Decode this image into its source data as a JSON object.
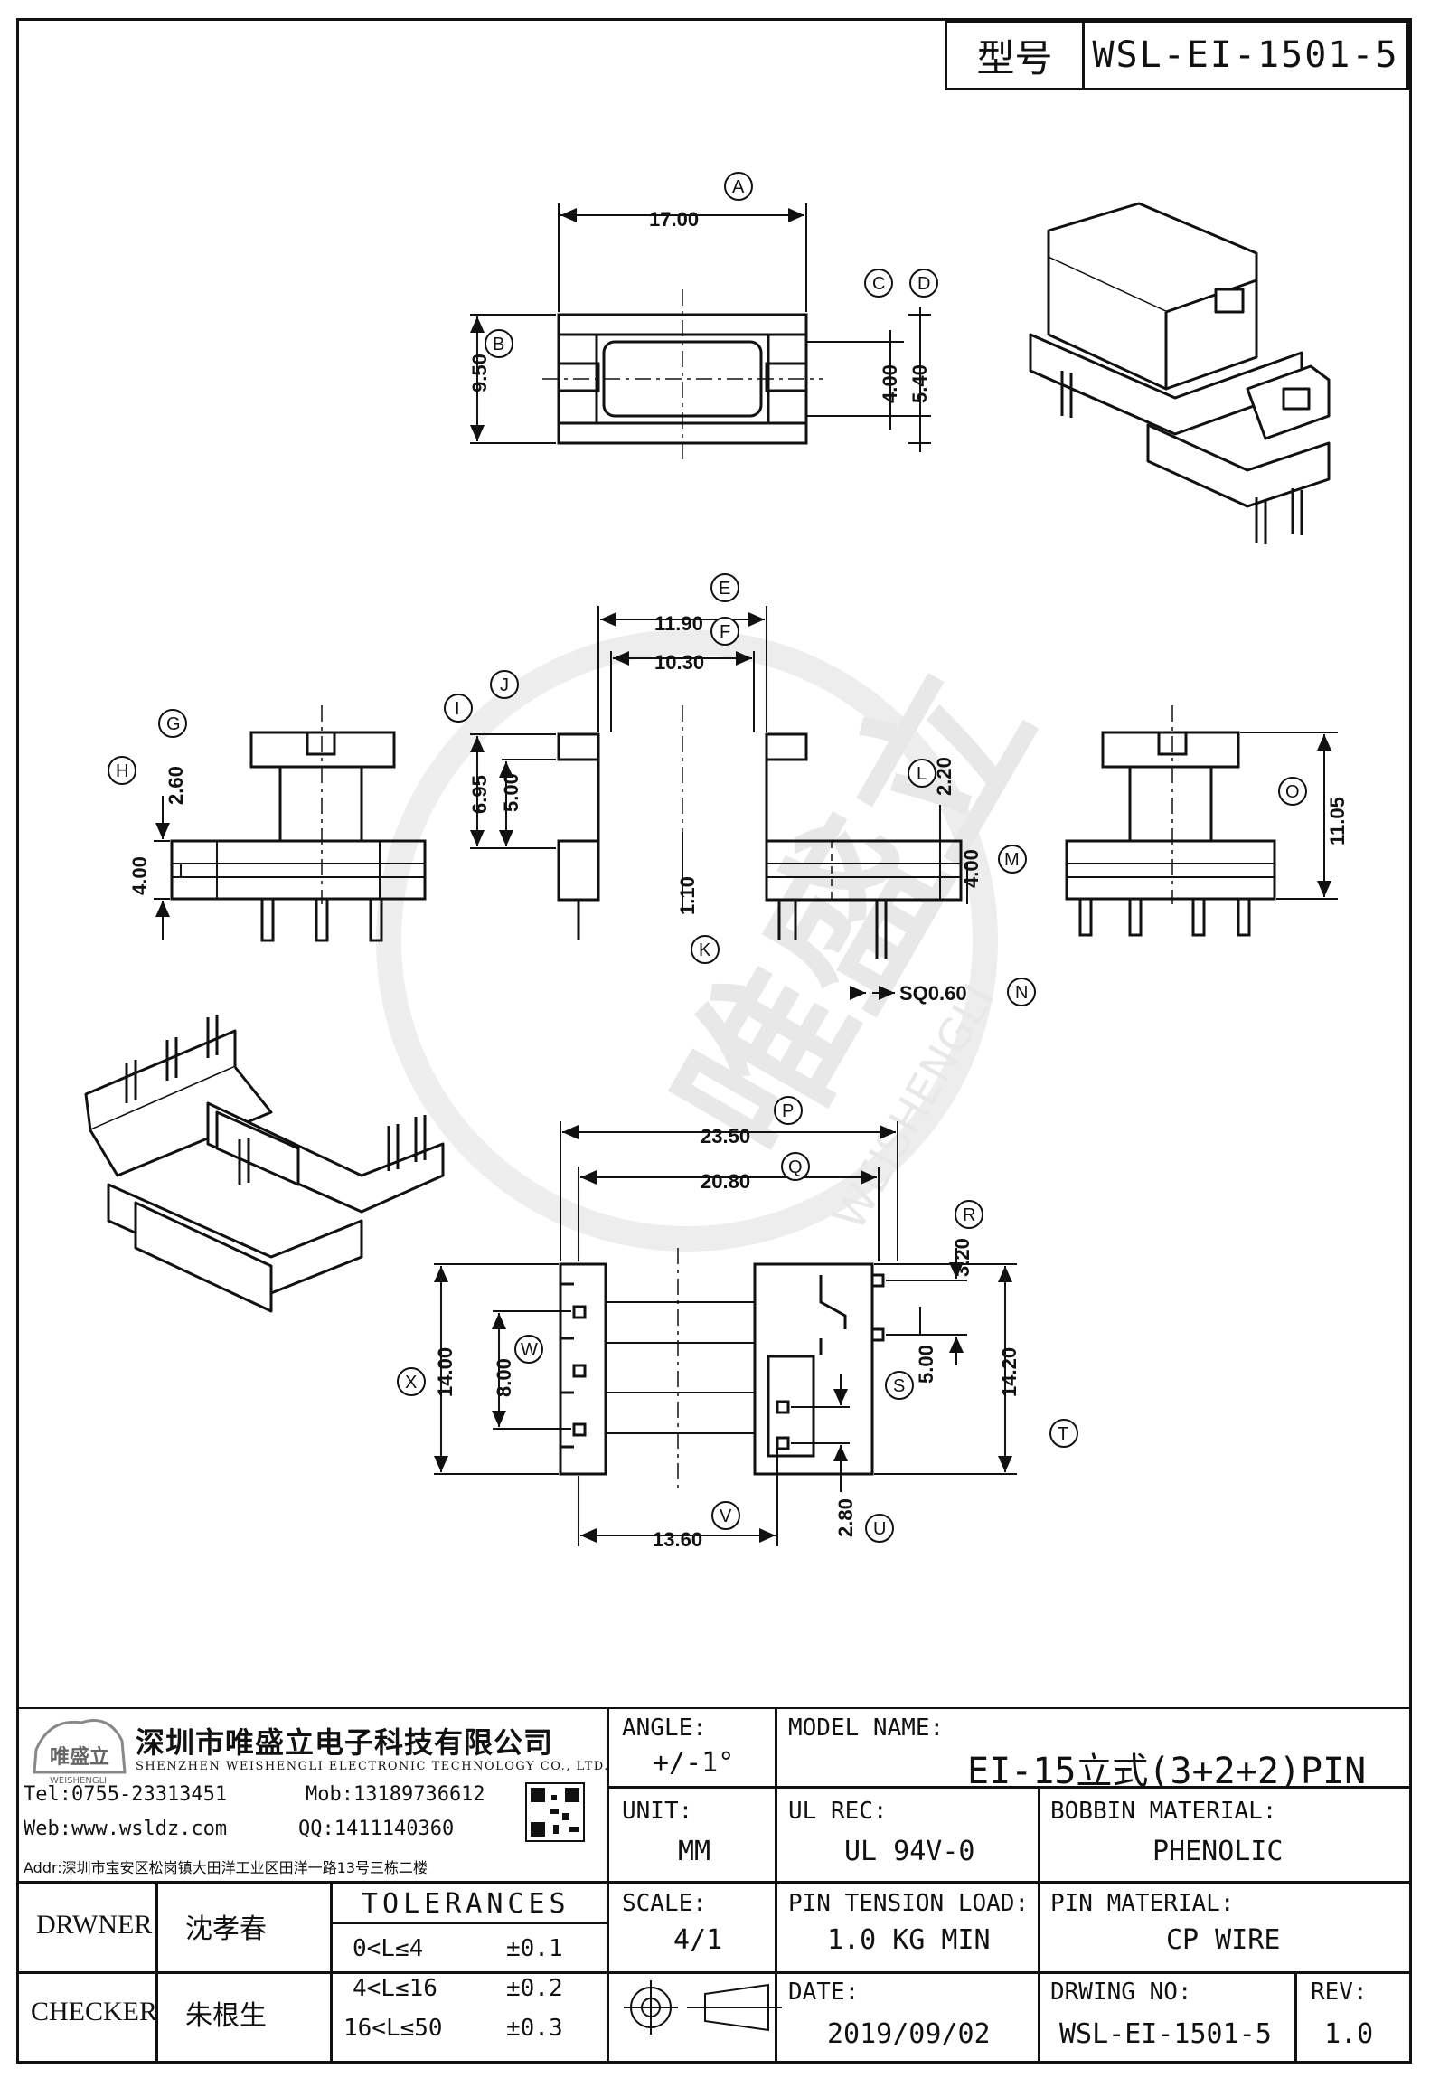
{
  "header": {
    "model_label": "型号",
    "model_value": "WSL-EI-1501-5"
  },
  "watermark": {
    "text_cn": "唯盛立",
    "text_en": "WEISHENGLI"
  },
  "dimensions": {
    "A": "17.00",
    "B": "9.50",
    "C": "4.00",
    "D": "5.40",
    "E": "11.90",
    "F": "10.30",
    "G": "2.60",
    "H": "4.00",
    "I": "6.95",
    "J": "5.00",
    "K": "1.10",
    "L": "2.20",
    "M": "4.00",
    "N": "SQ0.60",
    "O": "11.05",
    "P": "23.50",
    "Q": "20.80",
    "R": "3.20",
    "S": "5.00",
    "T": "14.20",
    "U": "2.80",
    "V": "13.60",
    "W": "8.00",
    "X": "14.00"
  },
  "company": {
    "logo_text": "唯盛立",
    "logo_sub": "WEISHENGLI",
    "name_cn": "深圳市唯盛立电子科技有限公司",
    "name_en": "SHENZHEN WEISHENGLI ELECTRONIC TECHNOLOGY CO., LTD.",
    "tel": "Tel:0755-23313451",
    "mob": "Mob:13189736612",
    "web": "Web:www.wsldz.com",
    "qq": "QQ:1411140360",
    "addr": "Addr:深圳市宝安区松岗镇大田洋工业区田洋一路13号三栋二楼"
  },
  "title_block": {
    "angle_label": "ANGLE:",
    "angle_value": "+/-1°",
    "model_name_label": "MODEL NAME:",
    "model_name_value": "EI-15立式(3+2+2)PIN",
    "unit_label": "UNIT:",
    "unit_value": "MM",
    "ul_label": "UL REC:",
    "ul_value": "UL 94V-0",
    "bobbin_label": "BOBBIN MATERIAL:",
    "bobbin_value": "PHENOLIC",
    "scale_label": "SCALE:",
    "scale_value": "4/1",
    "pin_tension_label": "PIN TENSION LOAD:",
    "pin_tension_value": "1.0 KG MIN",
    "pin_material_label": "PIN MATERIAL:",
    "pin_material_value": "CP WIRE",
    "date_label": "DATE:",
    "date_value": "2019/09/02",
    "drawing_no_label": "DRWING NO:",
    "drawing_no_value": "WSL-EI-1501-5",
    "rev_label": "REV:",
    "rev_value": "1.0",
    "drawer_label": "DRWNER",
    "drawer_value": "沈孝春",
    "checker_label": "CHECKER",
    "checker_value": "朱根生",
    "tolerances_label": "TOLERANCES",
    "tolerances": [
      {
        "range": "0<L≤4",
        "value": "±0.1"
      },
      {
        "range": "4<L≤16",
        "value": "±0.2"
      },
      {
        "range": "16<L≤50",
        "value": "±0.3"
      }
    ]
  }
}
